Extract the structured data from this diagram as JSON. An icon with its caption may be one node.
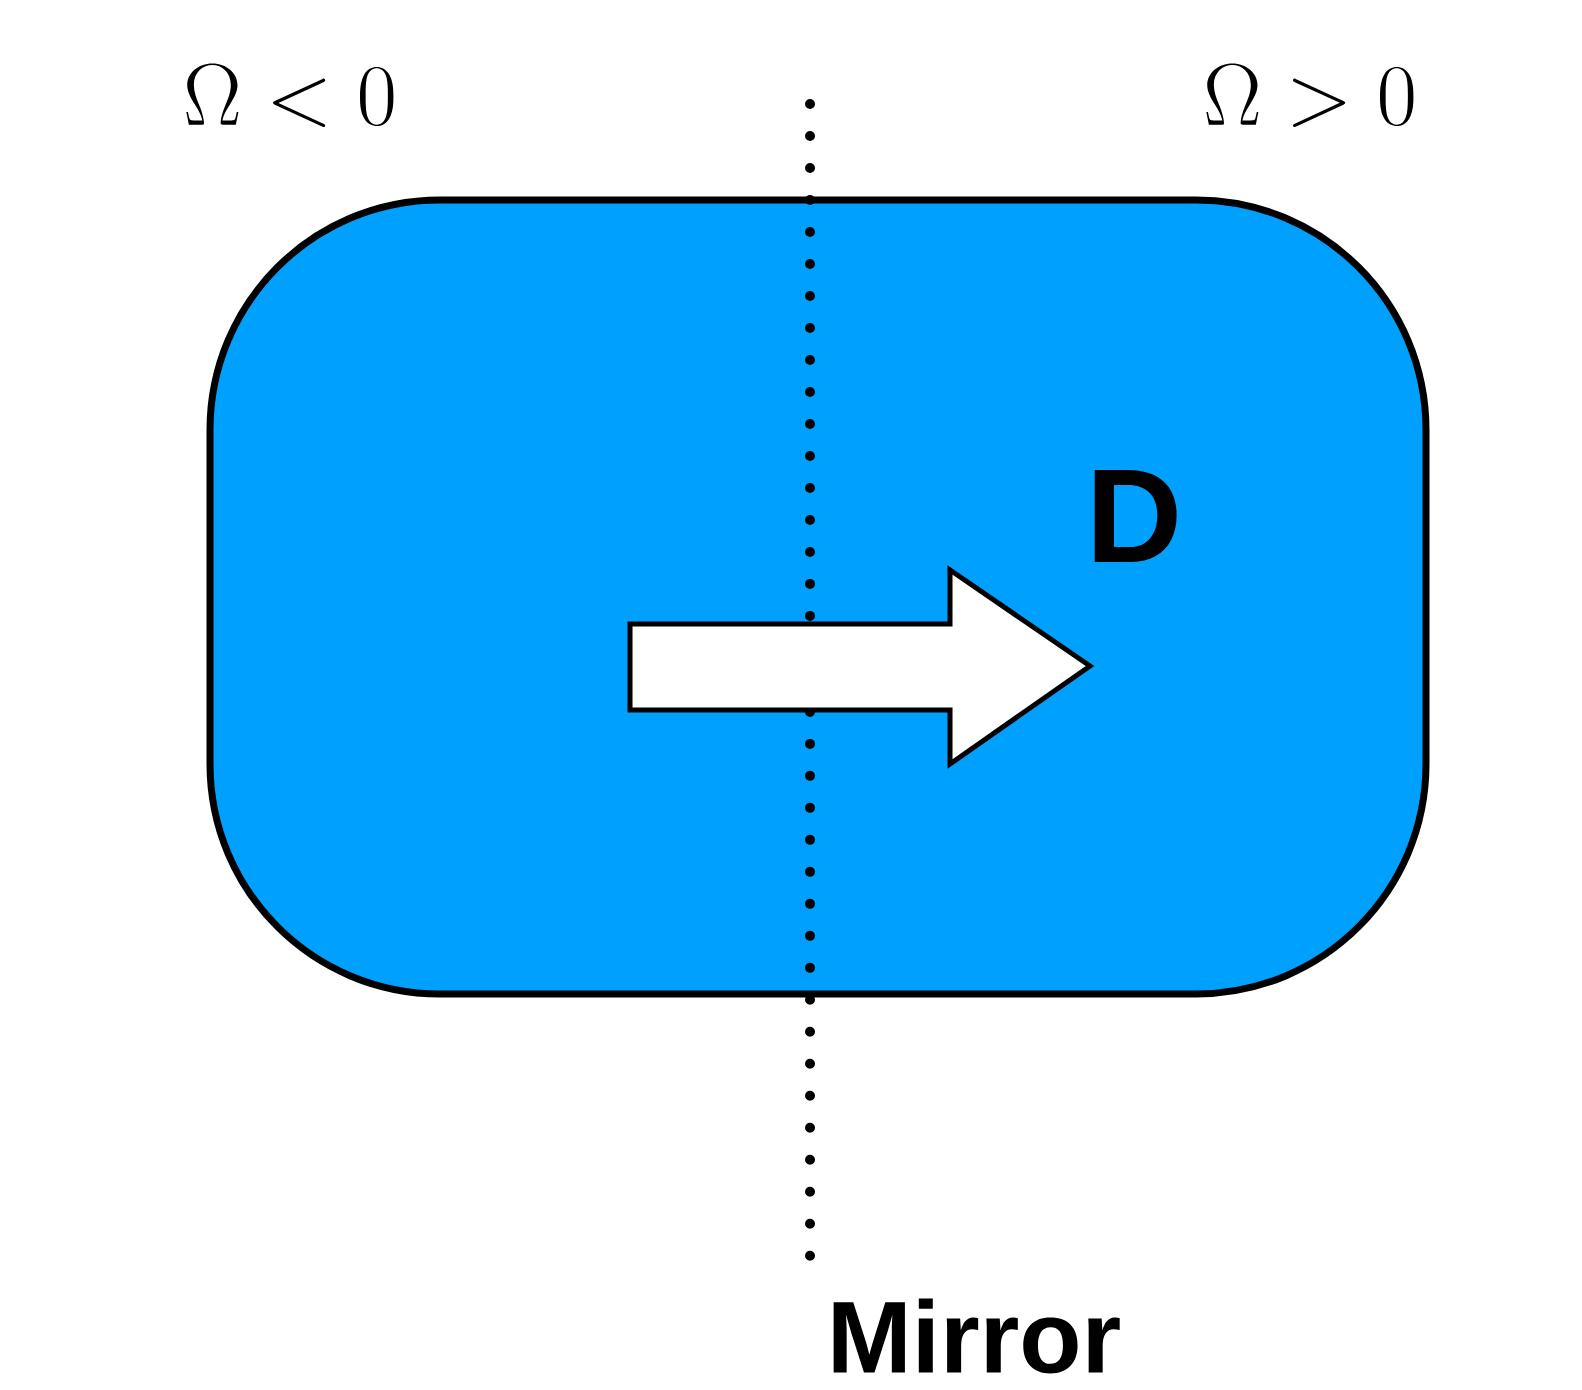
{
  "diagram": {
    "labels": [
      "\\Omega < 0",
      "\\Omega > 0",
      "\\mathbf{D}",
      "Mirror"
    ]
  }
}
